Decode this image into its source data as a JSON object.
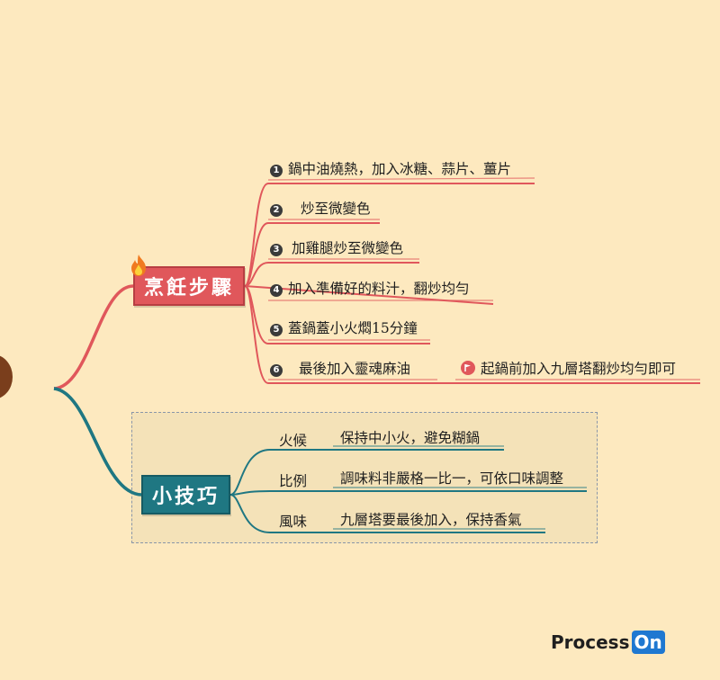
{
  "colors": {
    "background": "#fde9bf",
    "steps_branch": "#e0575b",
    "tips_branch": "#1f7782",
    "root": "#7a3e1c",
    "logo_accent": "#1f78d1"
  },
  "steps": {
    "title": "烹飪步驟",
    "icon": "fire-icon",
    "items": [
      {
        "num": "1",
        "text": "鍋中油燒熱，加入冰糖、蒜片、薑片"
      },
      {
        "num": "2",
        "text": "炒至微變色"
      },
      {
        "num": "3",
        "text": "加雞腿炒至微變色"
      },
      {
        "num": "4",
        "text": "加入準備好的料汁，翻炒均勻"
      },
      {
        "num": "5",
        "text": "蓋鍋蓋小火燜15分鐘"
      },
      {
        "num": "6",
        "text": "最後加入靈魂麻油"
      }
    ],
    "note": {
      "icon": "flag-icon",
      "text": "起鍋前加入九層塔翻炒均勻即可"
    }
  },
  "tips": {
    "title": "小技巧",
    "items": [
      {
        "label": "火候",
        "text": "保持中小火，避免糊鍋"
      },
      {
        "label": "比例",
        "text": "調味料非嚴格一比一，可依口味調整"
      },
      {
        "label": "風味",
        "text": "九層塔要最後加入，保持香氣"
      }
    ]
  },
  "logo": {
    "text": "Process",
    "accent": "On"
  }
}
